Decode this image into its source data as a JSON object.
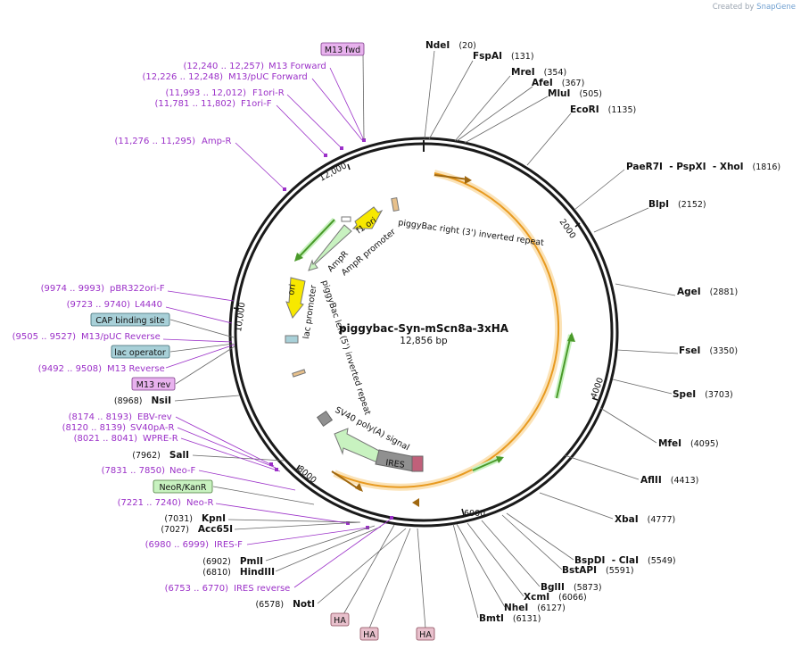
{
  "credit": {
    "created_by": "Created by",
    "brand": "SnapGene"
  },
  "plasmid": {
    "name": "piggybac-Syn-mScn8a-3xHA",
    "size_label": "12,856 bp"
  },
  "ticks": [
    "2000",
    "4000",
    "6000",
    "8000",
    "10,000",
    "12,000"
  ],
  "right_sites": [
    {
      "name": "NdeI",
      "pos": "(20)"
    },
    {
      "name": "FspAI",
      "pos": "(131)"
    },
    {
      "name": "MreI",
      "pos": "(354)"
    },
    {
      "name": "AfeI",
      "pos": "(367)"
    },
    {
      "name": "MluI",
      "pos": "(505)"
    },
    {
      "name": "EcoRI",
      "pos": "(1135)"
    },
    {
      "name": "PaeR7I  - PspXI  - XhoI",
      "pos": "(1816)"
    },
    {
      "name": "BlpI",
      "pos": "(2152)"
    },
    {
      "name": "AgeI",
      "pos": "(2881)"
    },
    {
      "name": "FseI",
      "pos": "(3350)"
    },
    {
      "name": "SpeI",
      "pos": "(3703)"
    },
    {
      "name": "MfeI",
      "pos": "(4095)"
    },
    {
      "name": "AflII",
      "pos": "(4413)"
    },
    {
      "name": "XbaI",
      "pos": "(4777)"
    },
    {
      "name": "BspDI  - ClaI",
      "pos": "(5549)"
    },
    {
      "name": "BstAPI",
      "pos": "(5591)"
    },
    {
      "name": "BglII",
      "pos": "(5873)"
    },
    {
      "name": "XcmI",
      "pos": "(6066)"
    },
    {
      "name": "NheI",
      "pos": "(6127)"
    },
    {
      "name": "BmtI",
      "pos": "(6131)"
    }
  ],
  "left_sites": [
    {
      "name": "NsiI",
      "pos": "(8968)"
    },
    {
      "name": "SalI",
      "pos": "(7962)"
    },
    {
      "name": "KpnI",
      "pos": "(7031)"
    },
    {
      "name": "Acc65I",
      "pos": "(7027)"
    },
    {
      "name": "PmlI",
      "pos": "(6902)"
    },
    {
      "name": "HindIII",
      "pos": "(6810)"
    },
    {
      "name": "NotI",
      "pos": "(6578)"
    }
  ],
  "primers": [
    {
      "name": "M13 Forward",
      "range": "(12,240 .. 12,257)"
    },
    {
      "name": "M13/pUC Forward",
      "range": "(12,226 .. 12,248)"
    },
    {
      "name": "F1ori-R",
      "range": "(11,993 .. 12,012)"
    },
    {
      "name": "F1ori-F",
      "range": "(11,781 .. 11,802)"
    },
    {
      "name": "Amp-R",
      "range": "(11,276 .. 11,295)"
    },
    {
      "name": "pBR322ori-F",
      "range": "(9974 .. 9993)"
    },
    {
      "name": "L4440",
      "range": "(9723 .. 9740)"
    },
    {
      "name": "M13/pUC Reverse",
      "range": "(9505 .. 9527)"
    },
    {
      "name": "M13 Reverse",
      "range": "(9492 .. 9508)"
    },
    {
      "name": "EBV-rev",
      "range": "(8174 .. 8193)"
    },
    {
      "name": "SV40pA-R",
      "range": "(8120 .. 8139)"
    },
    {
      "name": "WPRE-R",
      "range": "(8021 .. 8041)"
    },
    {
      "name": "Neo-F",
      "range": "(7831 .. 7850)"
    },
    {
      "name": "Neo-R",
      "range": "(7221 .. 7240)"
    },
    {
      "name": "IRES-F",
      "range": "(6980 .. 6999)"
    },
    {
      "name": "IRES reverse",
      "range": "(6753 .. 6770)"
    }
  ],
  "boxed_labels": {
    "m13_fwd": "M13 fwd",
    "cap": "CAP binding site",
    "lac_operator": "lac operator",
    "m13_rev": "M13 rev",
    "neo": "NeoR/KanR",
    "ha": [
      "HA",
      "HA",
      "HA"
    ]
  },
  "feature_labels": {
    "f1_ori": "f1 ori",
    "ampr": "AmpR",
    "ampr_promoter": "AmpR promoter",
    "ori": "ori",
    "lac_promoter": "lac promoter",
    "pb_right": "piggyBac right (3') inverted repeat",
    "pb_left": "piggyBac left (5') inverted repeat",
    "sv40": "SV40 poly(A) signal",
    "ires": "IRES"
  },
  "colors": {
    "backbone": "#1a1a1a",
    "primer": "#9b30c8",
    "orange": "#f4b84f",
    "green": "#4a9a2a",
    "yellow": "#f7e800",
    "light_green": "#c8f2c0",
    "tan": "#e7c08b",
    "gray": "#909090",
    "teal_box": "#a8d0d8",
    "purple_box": "#e8b2ee",
    "ha_box": "#e8c0cc",
    "neo_box": "#c8f2c0"
  }
}
